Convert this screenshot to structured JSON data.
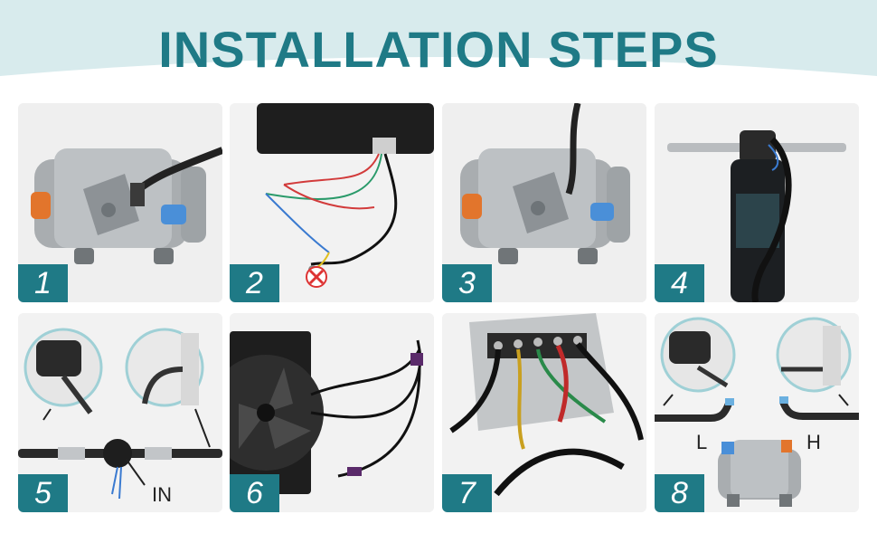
{
  "title": "INSTALLATION STEPS",
  "steps": [
    {
      "number": "1"
    },
    {
      "number": "2"
    },
    {
      "number": "3"
    },
    {
      "number": "4"
    },
    {
      "number": "5",
      "labels": {
        "in": "IN"
      }
    },
    {
      "number": "6"
    },
    {
      "number": "7"
    },
    {
      "number": "8",
      "labels": {
        "low": "L",
        "high": "H"
      }
    }
  ],
  "colors": {
    "accent": "#1f7a86",
    "banner": "#d8ebed",
    "panel": "#f1f1f1"
  }
}
